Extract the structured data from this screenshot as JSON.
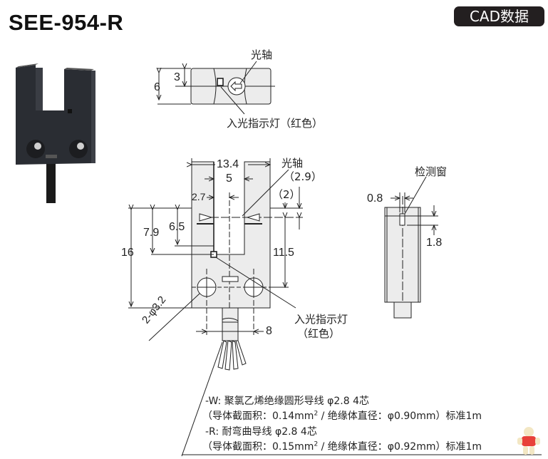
{
  "header": {
    "model": "SEE-954-R",
    "cad_button": "CAD数据"
  },
  "top_view": {
    "dim_height": "6",
    "dim_half": "3",
    "optical_axis_label": "光轴",
    "indicator_label": "入光指示灯（红色）"
  },
  "front_view": {
    "dim_width": "13.4",
    "dim_slot": "5",
    "dim_offset": "2.7",
    "optical_axis_label": "光轴",
    "optical_axis_height": "（2.9）",
    "dim_2": "（2）",
    "dim_height": "16",
    "dim_7_9": "7.9",
    "dim_6_5": "6.5",
    "dim_11_5": "11.5",
    "hole_label": "2-φ3.2",
    "hole_pitch": "8",
    "indicator_label_line1": "入光指示灯",
    "indicator_label_line2": "（红色）"
  },
  "side_view": {
    "window_label": "检测窗",
    "dim_window_width": "0.8",
    "dim_window_height": "1.8"
  },
  "cable_notes": {
    "line1": "-W:  聚氯乙烯绝缘圆形导线 φ2.8 4芯",
    "line2_pre": "（导体截面积：0.14mm",
    "line2_sup": "2",
    "line2_post": " / 绝缘体直径：φ0.90mm）标准1m",
    "line3": "-R:   耐弯曲导线 φ2.8 4芯",
    "line4_pre": "（导体截面积：0.15mm",
    "line4_sup": "2",
    "line4_post": " / 绝缘体直径：φ0.92mm）标准1m"
  },
  "colors": {
    "body_fill": "#ececec",
    "line": "#222222",
    "button_bg": "#231f20"
  }
}
